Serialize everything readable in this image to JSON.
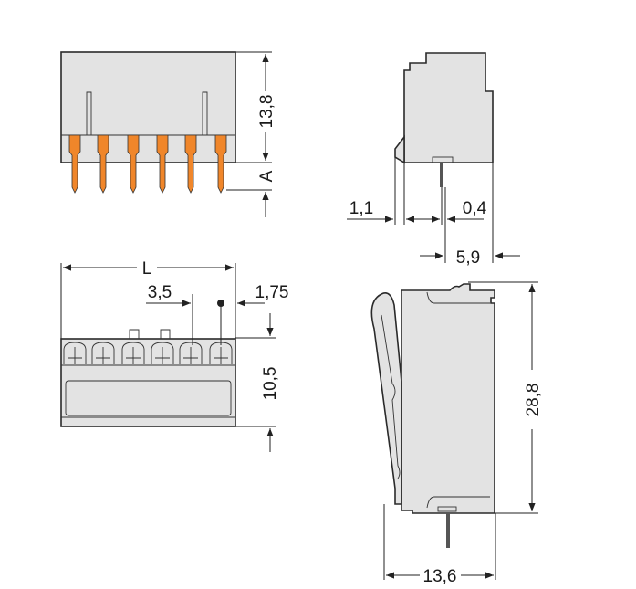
{
  "title": "Connector dimension drawing",
  "colors": {
    "housing": "#e3e3e3",
    "pins": "#f0862a",
    "lines": "#222222"
  },
  "dimensions": {
    "front_height": "13,8",
    "pin_length": "A",
    "length": "L",
    "pitch": "3,5",
    "offset": "1,75",
    "bottom_height": "10,5",
    "side_offset": "1,1",
    "pin_width": "0,4",
    "side_depth": "5,9",
    "total_height": "28,8",
    "total_depth": "13,6"
  }
}
